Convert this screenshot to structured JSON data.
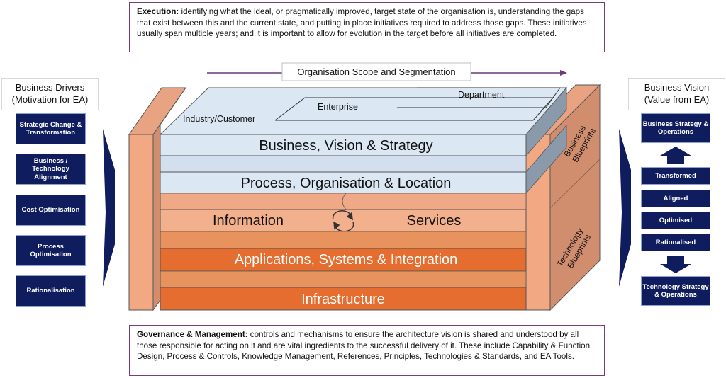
{
  "execution": {
    "label": "Execution:",
    "text": "identifying what the ideal, or pragmatically improved, target state of the organisation is, understanding the gaps that exist between this and the current state, and putting in place initiatives required to address those gaps. These initiatives usually span multiple years; and it is important to allow for evolution in the target before all initiatives are completed."
  },
  "governance": {
    "label": "Governance & Management:",
    "text": "controls and mechanisms to ensure the architecture vision is shared and understood by all those responsible for acting on it and are vital ingredients to the successful delivery of it. These include Capability & Function Design, Process & Controls, Knowledge Management, References, Principles, Technologies & Standards, and EA Tools."
  },
  "drivers": {
    "title_line1": "Business Drivers",
    "title_line2": "(Motivation for EA)",
    "items": [
      "Strategic Change & Transformation",
      "Business / Technology Alignment",
      "Cost Optimisation",
      "Process Optimisation",
      "Rationalisation"
    ]
  },
  "vision": {
    "title_line1": "Business Vision",
    "title_line2": "(Value from EA)",
    "top": "Business Strategy & Operations",
    "middle": [
      "Transformed",
      "Aligned",
      "Optimised",
      "Rationalised"
    ],
    "bottom": "Technology Strategy & Operations"
  },
  "scope": {
    "title": "Organisation Scope and Segmentation",
    "industry": "Industry/Customer",
    "enterprise": "Enterprise",
    "department": "Department"
  },
  "layers": {
    "business": "Business, Vision & Strategy",
    "process": "Process, Organisation & Location",
    "information": "Information",
    "services": "Services",
    "applications": "Applications, Systems & Integration",
    "infrastructure": "Infrastructure"
  },
  "blueprints": {
    "business": [
      "Business",
      "Blueprints"
    ],
    "technology": [
      "Technology",
      "Blueprints"
    ]
  },
  "colors": {
    "border_purple": "#7a3b7a",
    "navy": "#0f1c5e",
    "light_blue": "#dce7f4",
    "salmon": "#f2b08c",
    "orange": "#e46d2f",
    "pillar": "#f0a47e"
  }
}
